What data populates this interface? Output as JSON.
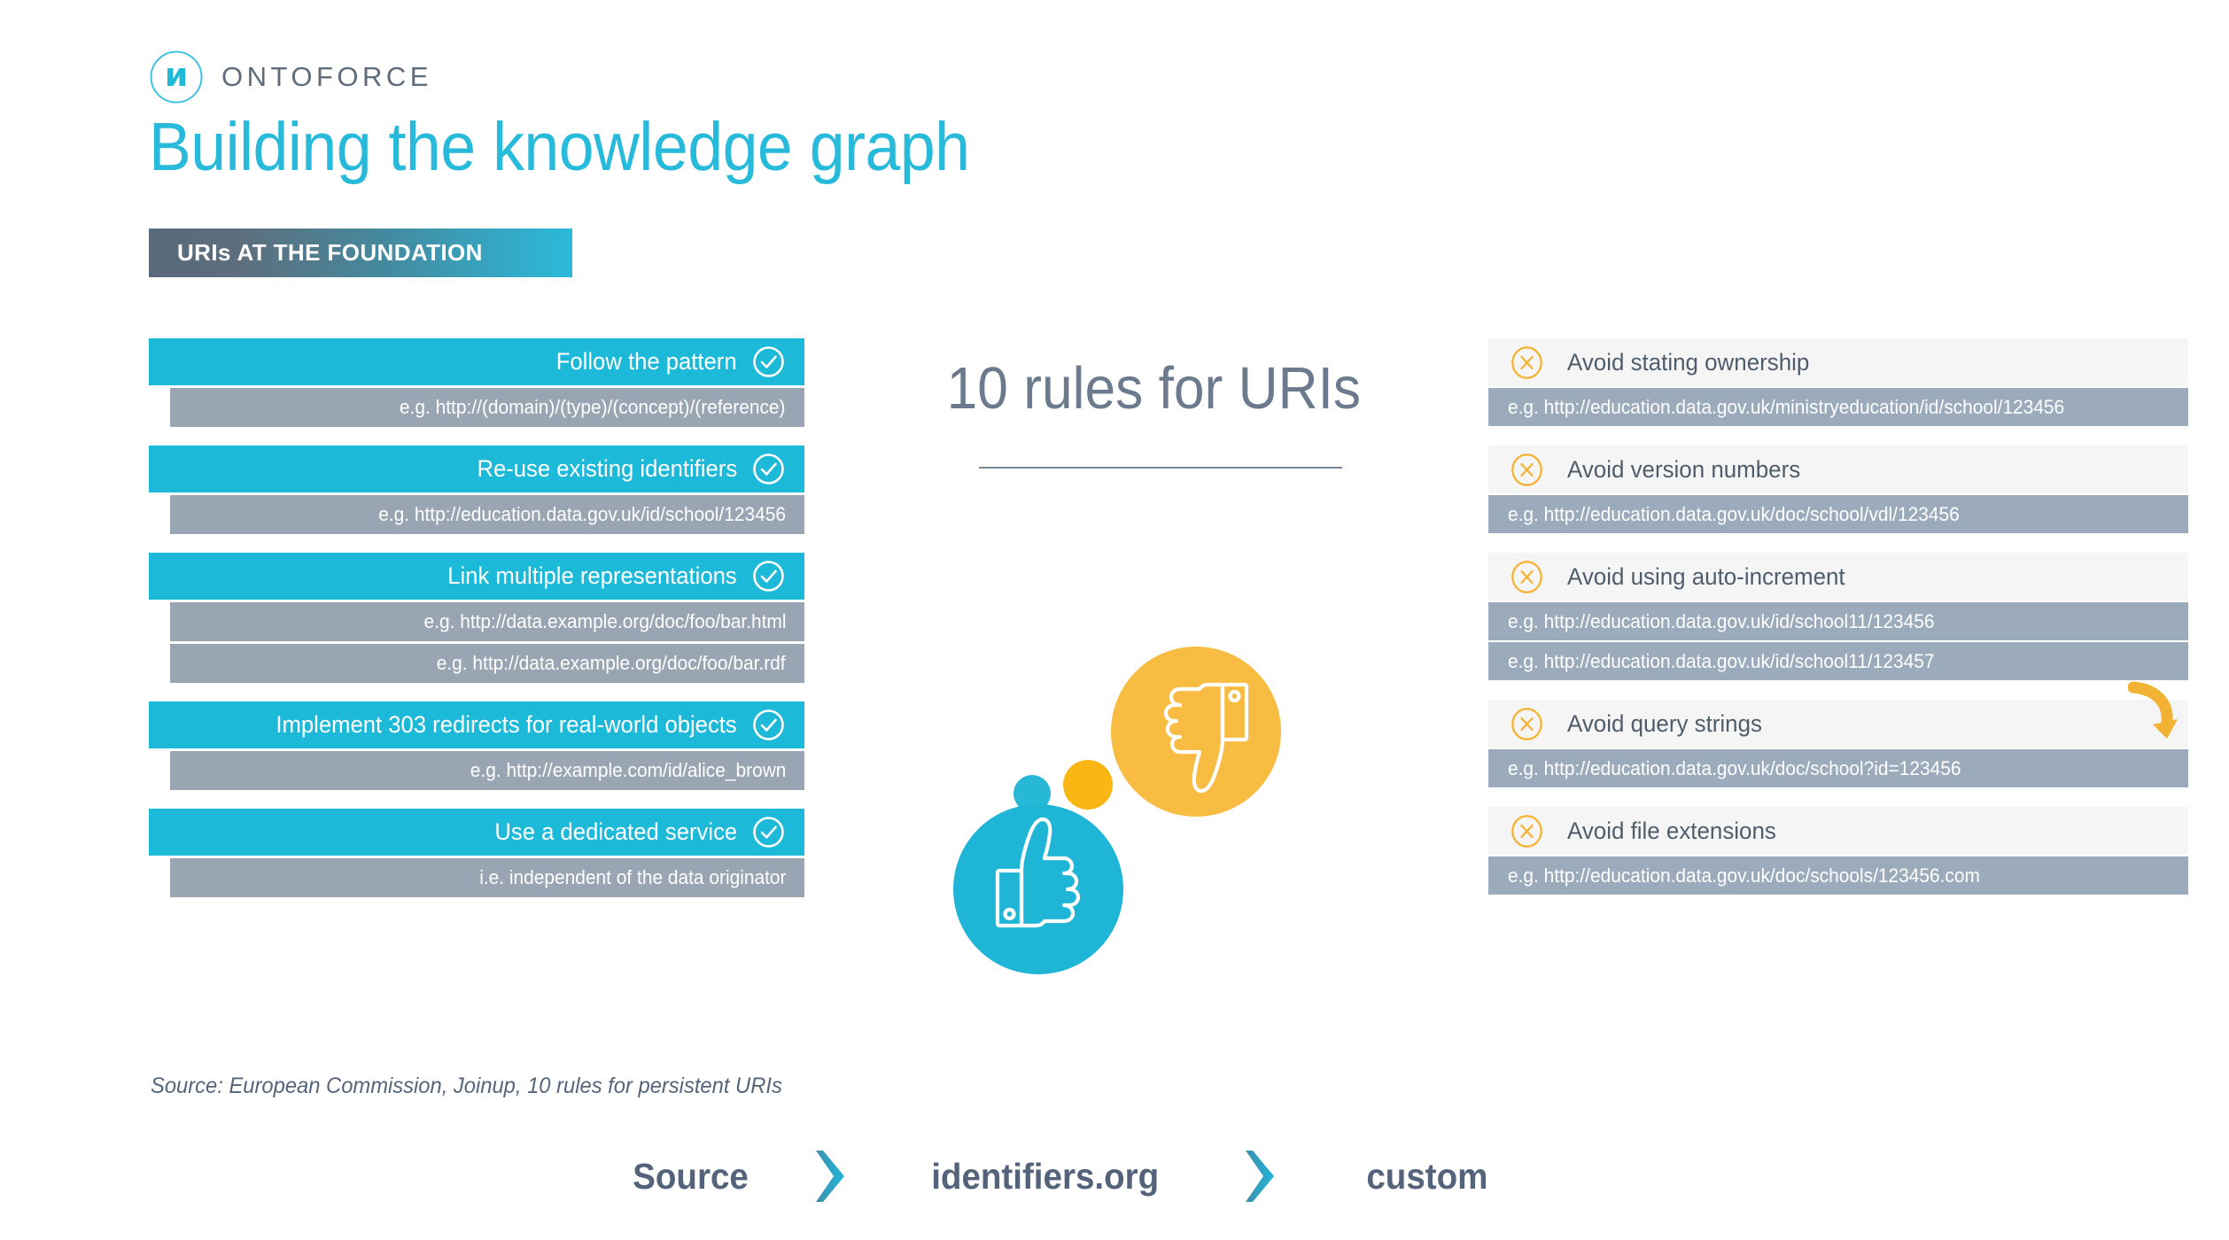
{
  "brand": {
    "name": "ONTOFORCE",
    "logo_icon": "ontoforce-logo-icon"
  },
  "header": {
    "title": "Building the knowledge graph",
    "section_badge": "URIs AT THE FOUNDATION"
  },
  "center": {
    "heading": "10 rules for URIs",
    "thumbs_up_icon": "thumbs-up-icon",
    "thumbs_down_icon": "thumbs-down-icon"
  },
  "colors": {
    "cyan": "#1cb9d9",
    "gray_bar": "#9aa5b4",
    "gray_bar_right": "#9babbc",
    "amber": "#f5b335",
    "slate": "#54637a",
    "light_panel": "#f5f5f5",
    "title_cyan": "#28bada"
  },
  "do_rules": [
    {
      "icon": "check-circle-icon",
      "label": "Follow the pattern",
      "examples": [
        "e.g. http://(domain)/(type)/(concept)/(reference)"
      ]
    },
    {
      "icon": "check-circle-icon",
      "label": "Re-use existing identifiers",
      "examples": [
        "e.g. http://education.data.gov.uk/id/school/123456"
      ]
    },
    {
      "icon": "check-circle-icon",
      "label": "Link multiple representations",
      "examples": [
        "e.g. http://data.example.org/doc/foo/bar.html",
        "e.g. http://data.example.org/doc/foo/bar.rdf"
      ]
    },
    {
      "icon": "check-circle-icon",
      "label": "Implement 303 redirects for real-world objects",
      "examples": [
        "e.g. http://example.com/id/alice_brown"
      ]
    },
    {
      "icon": "check-circle-icon",
      "label": "Use a dedicated service",
      "examples": [
        "i.e. independent of the data originator"
      ]
    }
  ],
  "dont_rules": [
    {
      "icon": "x-circle-icon",
      "label": "Avoid stating ownership",
      "examples": [
        "e.g. http://education.data.gov.uk/ministryeducation/id/school/123456"
      ]
    },
    {
      "icon": "x-circle-icon",
      "label": "Avoid version numbers",
      "examples": [
        "e.g. http://education.data.gov.uk/doc/school/vdl/123456"
      ]
    },
    {
      "icon": "x-circle-icon",
      "label": "Avoid using auto-increment",
      "examples": [
        "e.g. http://education.data.gov.uk/id/school11/123456",
        "e.g. http://education.data.gov.uk/id/school11/123457"
      ]
    },
    {
      "icon": "x-circle-icon",
      "label": "Avoid query strings",
      "examples": [
        "e.g. http://education.data.gov.uk/doc/school?id=123456"
      ]
    },
    {
      "icon": "x-circle-icon",
      "label": "Avoid file extensions",
      "examples": [
        "e.g. http://education.data.gov.uk/doc/schools/123456.com"
      ]
    }
  ],
  "source_note": "Source:  European Commission, Joinup, 10 rules for persistent URIs",
  "flow": {
    "steps": [
      "Source",
      "identifiers.org",
      "custom"
    ],
    "arrow_icon": "chevron-right-icon"
  }
}
